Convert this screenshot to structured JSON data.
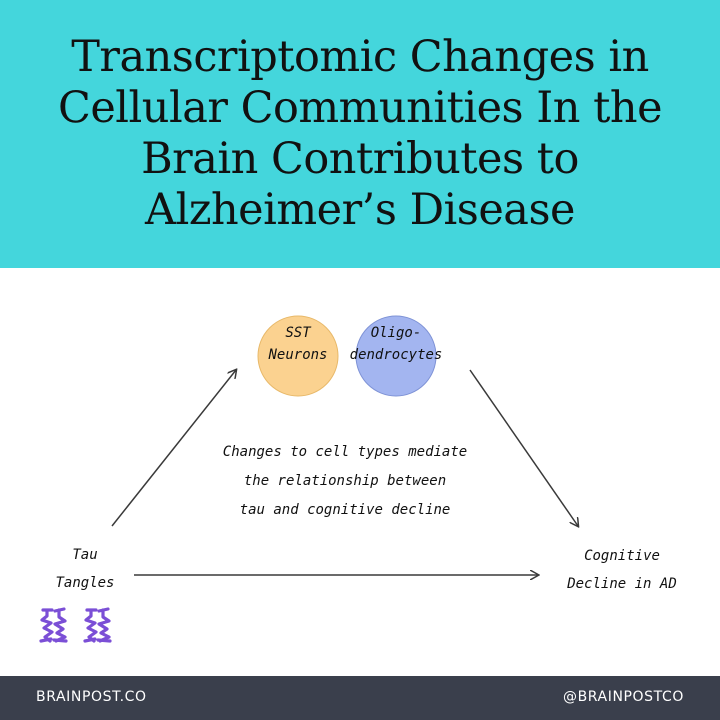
{
  "header": {
    "title_lines": [
      "Transcriptomic Changes in",
      "Cellular Communities In the",
      "Brain Contributes to",
      "Alzheimer’s Disease"
    ],
    "background_color": "#44d6dc"
  },
  "diagram": {
    "nodes": {
      "sst": {
        "lines": [
          "SST",
          "Neurons"
        ],
        "color": "#fbd290"
      },
      "oligo": {
        "lines": [
          "Oligo-",
          "dendrocytes"
        ],
        "color": "#a3b5f0"
      },
      "tau": {
        "lines": [
          "Tau",
          "Tangles"
        ],
        "icon": "tau-tangle-icon",
        "icon_color": "#7b4fd6"
      },
      "cognitive": {
        "lines": [
          "Cognitive",
          "Decline in AD"
        ]
      }
    },
    "mediation_text": [
      "Changes to cell types mediate",
      "the relationship between",
      "tau and cognitive decline"
    ]
  },
  "footer": {
    "left": "BRAINPOST.CO",
    "right": "@BRAINPOSTCO",
    "background_color": "#3a3f4c"
  }
}
